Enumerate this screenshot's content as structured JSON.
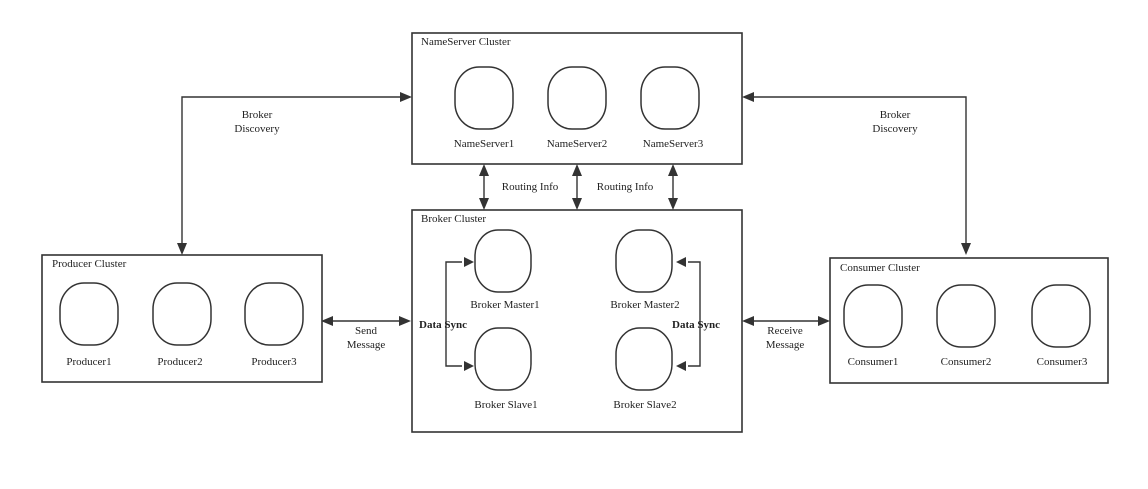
{
  "nameserver_cluster": {
    "title": "NameServer Cluster",
    "nodes": [
      "NameServer1",
      "NameServer2",
      "NameServer3"
    ]
  },
  "broker_cluster": {
    "title": "Broker Cluster",
    "masters": [
      "Broker Master1",
      "Broker Master2"
    ],
    "slaves": [
      "Broker Slave1",
      "Broker Slave2"
    ],
    "data_sync_left": "Data Sync",
    "data_sync_right": "Data Sync"
  },
  "producer_cluster": {
    "title": "Producer Cluster",
    "nodes": [
      "Producer1",
      "Producer2",
      "Producer3"
    ]
  },
  "consumer_cluster": {
    "title": "Consumer Cluster",
    "nodes": [
      "Consumer1",
      "Consumer2",
      "Consumer3"
    ]
  },
  "edges": {
    "broker_discovery_left": [
      "Broker",
      "Discovery"
    ],
    "broker_discovery_right": [
      "Broker",
      "Discovery"
    ],
    "routing_info_left": "Routing Info",
    "routing_info_right": "Routing Info",
    "send_message": [
      "Send",
      "Message"
    ],
    "receive_message": [
      "Receive",
      "Message"
    ]
  }
}
